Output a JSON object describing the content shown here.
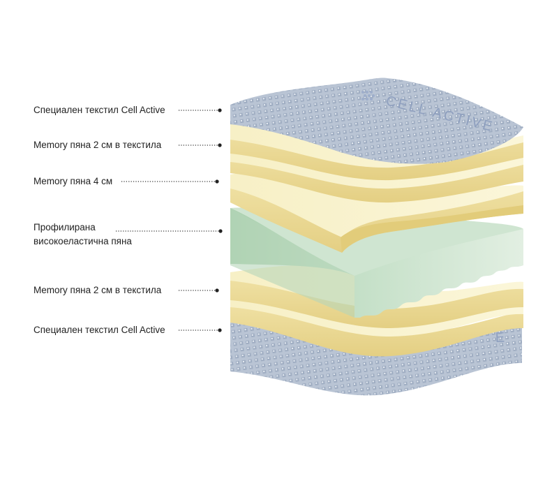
{
  "labels": [
    {
      "id": "top-textile",
      "lines": [
        "Специален текстил Cell Active"
      ]
    },
    {
      "id": "memory-2cm-top",
      "lines": [
        "Memory пяна 2 см в текстила"
      ]
    },
    {
      "id": "memory-4cm",
      "lines": [
        "Memory пяна 4 см"
      ]
    },
    {
      "id": "profiled-foam",
      "lines": [
        "Профилирана",
        "високоеластична пяна"
      ]
    },
    {
      "id": "memory-2cm-bottom",
      "lines": [
        "Memory пяна 2 см в текстила"
      ]
    },
    {
      "id": "bottom-textile",
      "lines": [
        "Специален текстил Cell Active"
      ]
    }
  ],
  "brand": {
    "top": "CELL ACTIVE",
    "bottom": "E"
  },
  "colors": {
    "textile": "#b6c1d1",
    "textile_dark": "#97a4b8",
    "memory_top": "#f5eebf",
    "memory_side": "#e8d89a",
    "memory_edge": "#e2cc7a",
    "hr_top": "#c9e2cc",
    "hr_side": "#a9cfae",
    "hr_front": "#d6e9d8"
  }
}
